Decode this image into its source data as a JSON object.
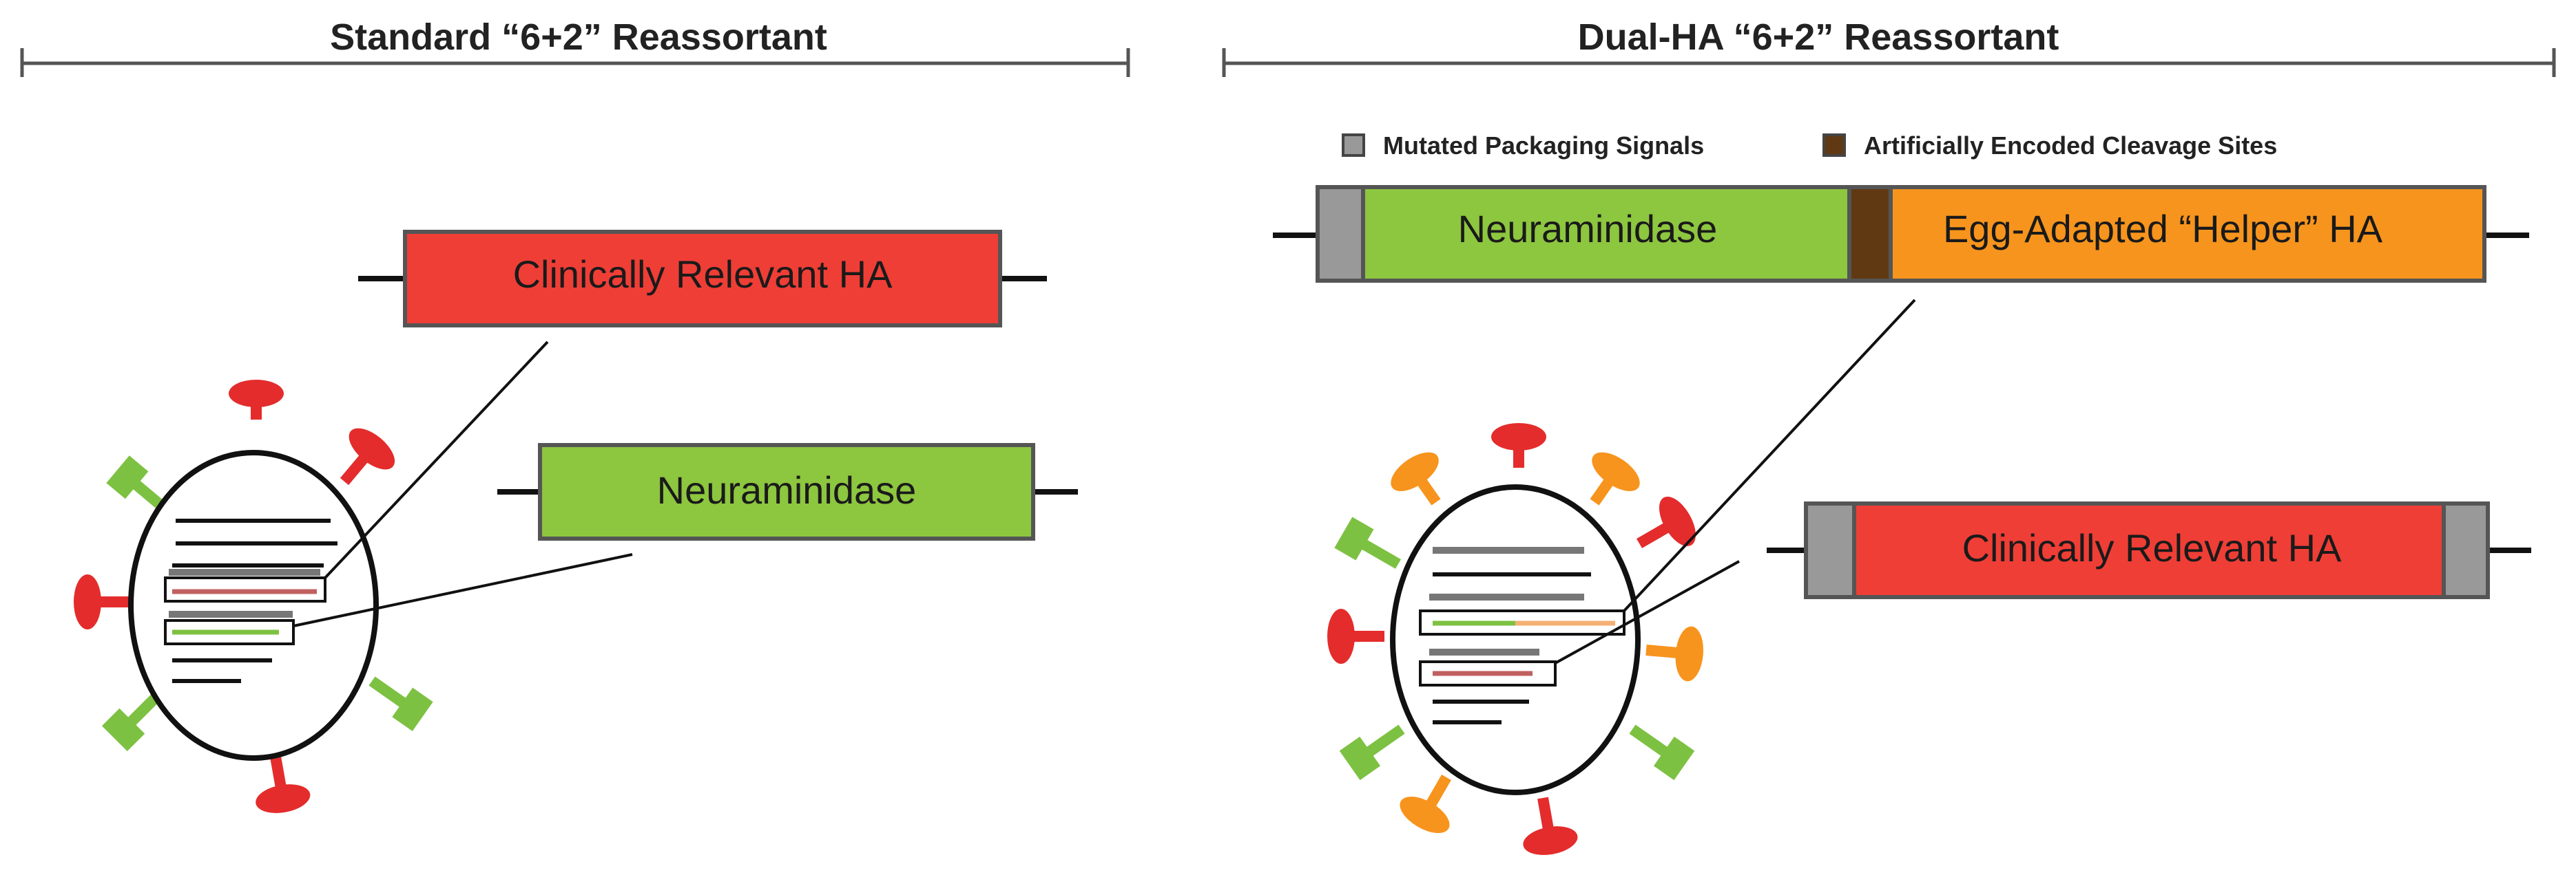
{
  "panels": {
    "left": {
      "title": "Standard “6+2” Reassortant",
      "ha_bar_label": "Clinically Relevant HA",
      "na_bar_label": "Neuraminidase"
    },
    "right": {
      "title": "Dual-HA “6+2” Reassortant",
      "fusion_na_label": "Neuraminidase",
      "fusion_ha_label": "Egg-Adapted “Helper” HA",
      "ha_bar_label": "Clinically Relevant HA"
    }
  },
  "legend": {
    "mutated_packaging_signals": "Mutated Packaging Signals",
    "artificially_encoded_cleavage_sites": "Artificially Encoded Cleavage Sites"
  },
  "colors": {
    "clinical_ha": "#ef3e36",
    "neuraminidase": "#8dc63f",
    "helper_ha": "#f7941d",
    "packaging_signal": "#999999",
    "cleavage_site": "#603913",
    "spike_red": "#e42c2c",
    "spike_green": "#7dc142",
    "spike_orange": "#f7941d"
  }
}
